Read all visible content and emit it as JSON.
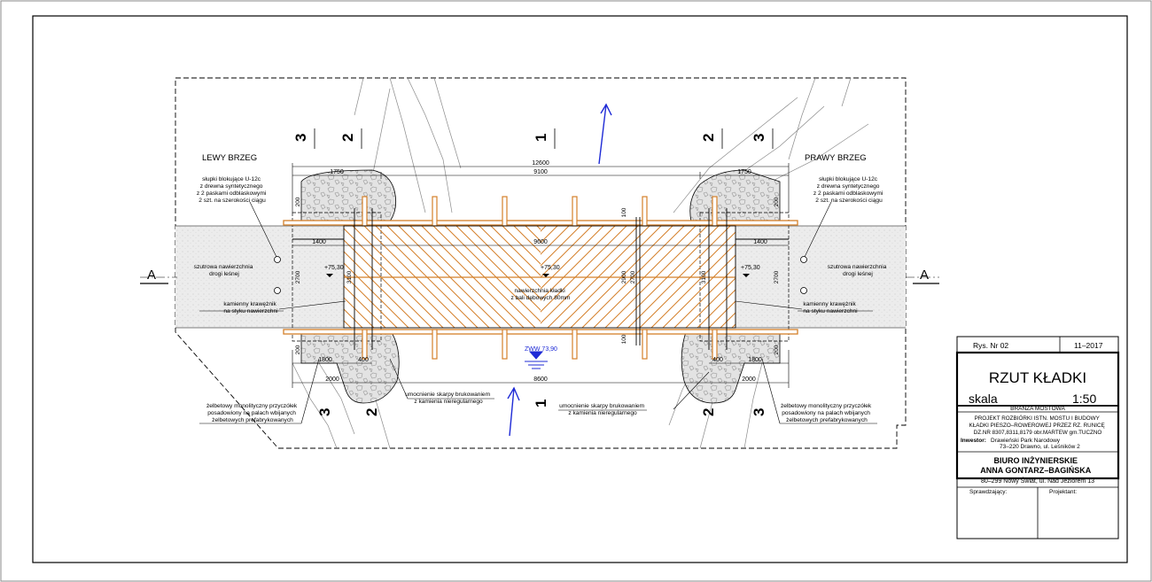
{
  "banks": {
    "left": "LEWY BRZEG",
    "right": "PRAWY BRZEG"
  },
  "section_marks": {
    "a": "A",
    "one": "1",
    "two": "2",
    "three": "3"
  },
  "dims": {
    "top_overall": "12600",
    "top_left": "1750",
    "top_mid": "9100",
    "top_right": "1750",
    "inner_left": "1400",
    "inner_mid": "9600",
    "inner_right": "1400",
    "bot_left_1800": "1800",
    "bot_left_400": "400",
    "bot_left_2000": "2000",
    "bot_mid": "8600",
    "bot_right_400": "400",
    "bot_right_1800": "1800",
    "bot_right_2000": "2000",
    "v_200": "200",
    "v_100": "100",
    "v_2700": "2700",
    "v_3100": "3100",
    "v_2900": "2900"
  },
  "levels": {
    "deck_left": "+75,30",
    "deck_mid": "+75,30",
    "deck_right": "+75,30",
    "water": "ZWW 73,90"
  },
  "notes": {
    "posts_left": [
      "słupki blokujące U-12c",
      "z drewna syntetycznego",
      "z 2 paskami odblaskowymi",
      "2 szt. na szerokości ciągu"
    ],
    "posts_right": [
      "słupki blokujące U-12c",
      "z drewna syntetycznego",
      "z 2 paskami odblaskowymi",
      "2 szt. na szerokości ciągu"
    ],
    "gravel_left": [
      "szutrowa nawierzchnia",
      "drogi leśnej"
    ],
    "gravel_right": [
      "szutrowa nawierzchnia",
      "drogi leśnej"
    ],
    "curb_left": [
      "kamienny krawężnik",
      "na styku nawierzchni"
    ],
    "curb_right": [
      "kamienny krawężnik",
      "na styku nawierzchni"
    ],
    "deck": [
      "nawierzchnia kładki",
      "z bali dębowych 80mm"
    ],
    "slope_left": [
      "umocnienie skarpy brukowaniem",
      "z kamienia nieregularnego"
    ],
    "slope_right": [
      "umocnienie skarpy brukowaniem",
      "z kamienia nieregularnego"
    ],
    "pile_left": [
      "żelbetowy monolityczny przyczółek",
      "posadowiony na palach wbijanych",
      "żelbetowych prefabrykowanych"
    ],
    "pile_right": [
      "żelbetowy monolityczny przyczółek",
      "posadowiony na palach wbijanych",
      "żelbetowych prefabrykowanych"
    ]
  },
  "title_block": {
    "sheet": "Rys. Nr 02",
    "date": "11–2017",
    "title": "RZUT KŁADKI",
    "scale_label": "skala",
    "scale_value": "1:50",
    "branch": "BRANŻA MOSTOWA",
    "project": [
      "PROJEKT ROZBIÓRKI ISTN. MOSTU I BUDOWY",
      "KŁADKI PIESZO–ROWEROWEJ PRZEZ RZ. RUNICĘ",
      "DZ.NR 8307,8311,8179 obr.MARTEW gm.TUCZNO"
    ],
    "investor_label": "Inwestor:",
    "investor": [
      "Drawieński Park Narodowy",
      "73–220 Drawno, ul. Leśników 2"
    ],
    "office": [
      "BIURO INŻYNIERSKIE",
      "ANNA GONTARZ–BAGIŃSKA",
      "80–299 Nowy Świat, ul. Nad Jeziorem 13"
    ],
    "checked_label": "Sprawdzający:",
    "designer_label": "Projektant:"
  },
  "colors": {
    "line": "#000000",
    "timber": "#d4802a",
    "gravel": "#ececec",
    "water": "#1f2bd6",
    "rock": "#e3e3e3"
  }
}
